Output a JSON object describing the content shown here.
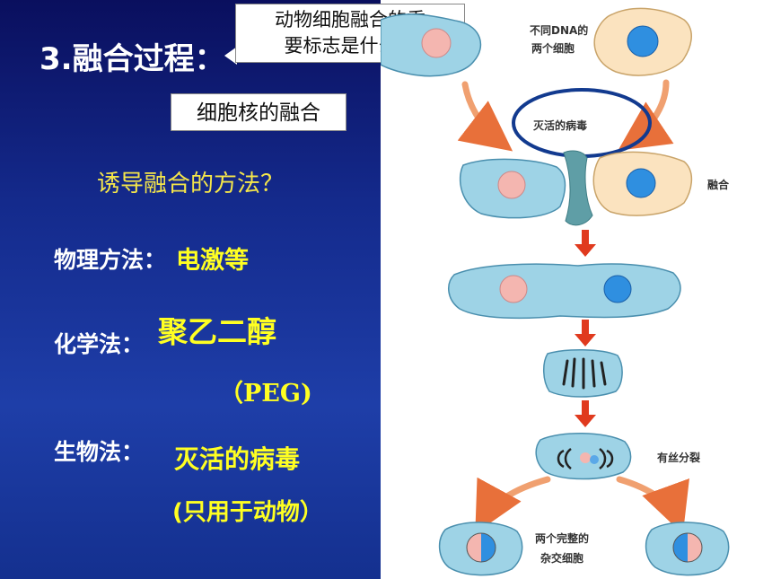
{
  "slide": {
    "title": "3.融合过程：",
    "callout_question": [
      "动物细胞融合的重",
      "要标志是什么？"
    ],
    "callout_answer": "细胞核的融合",
    "methods_question": "诱导融合的方法？",
    "physical": {
      "label": "物理方法：",
      "value": "电激等"
    },
    "chemical": {
      "label": "化学法：",
      "value_line1": "聚乙二醇",
      "value_line2": "（PEG)"
    },
    "biological": {
      "label": "生物法：",
      "value_line1": "灭活的病毒",
      "value_line2": "(只用于动物）"
    }
  },
  "diagram": {
    "top_label": [
      "不同DNA的",
      "两个细胞"
    ],
    "virus_label": "灭活的病毒",
    "fusion_label": "融合",
    "mitosis_label": "有丝分裂",
    "hybrid_label": [
      "两个完整的",
      "杂交细胞"
    ],
    "colors": {
      "cell_fill": "#9ed3e6",
      "cell_stroke": "#4a8fae",
      "nucleus_pink": "#f4b6b0",
      "nucleus_blue": "#2f8fe0",
      "virus": "#5f9ea6",
      "arrow_red": "#e03a1e",
      "arrow_orange": "#f0a070",
      "tan_cell": "#fbe3bf",
      "tan_stroke": "#c9a46a",
      "ring": "#123a8f"
    }
  }
}
